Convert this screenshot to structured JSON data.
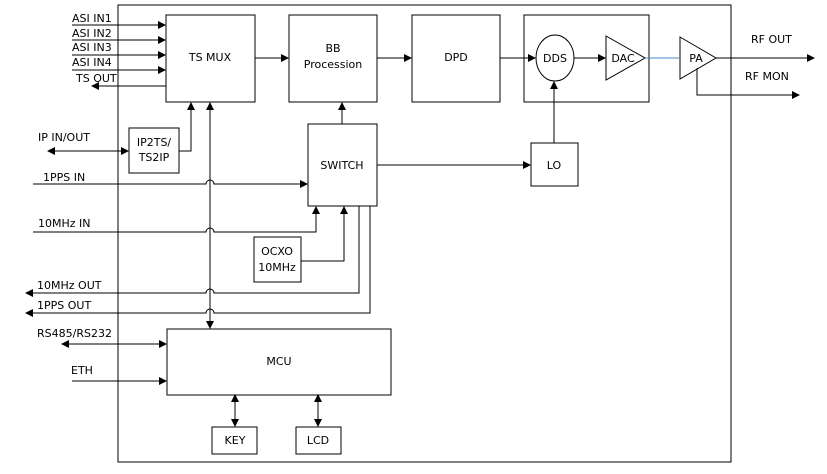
{
  "blocks": {
    "ts_mux": "TS MUX",
    "bb_line1": "BB",
    "bb_line2": "Procession",
    "dpd": "DPD",
    "dds": "DDS",
    "dac": "DAC",
    "pa": "PA",
    "ip2ts_line1": "IP2TS/",
    "ip2ts_line2": "TS2IP",
    "switch": "SWITCH",
    "lo": "LO",
    "ocxo_line1": "OCXO",
    "ocxo_line2": "10MHz",
    "mcu": "MCU",
    "key": "KEY",
    "lcd": "LCD"
  },
  "signals": {
    "asi_in1": "ASI IN1",
    "asi_in2": "ASI IN2",
    "asi_in3": "ASI IN3",
    "asi_in4": "ASI IN4",
    "ts_out": "TS OUT",
    "ip_inout": "IP IN/OUT",
    "pps_in": "1PPS IN",
    "mhz_in": "10MHz IN",
    "mhz_out": "10MHz OUT",
    "pps_out": "1PPS OUT",
    "rs485": "RS485/RS232",
    "eth": "ETH",
    "rf_out": "RF OUT",
    "rf_mon": "RF MON"
  }
}
